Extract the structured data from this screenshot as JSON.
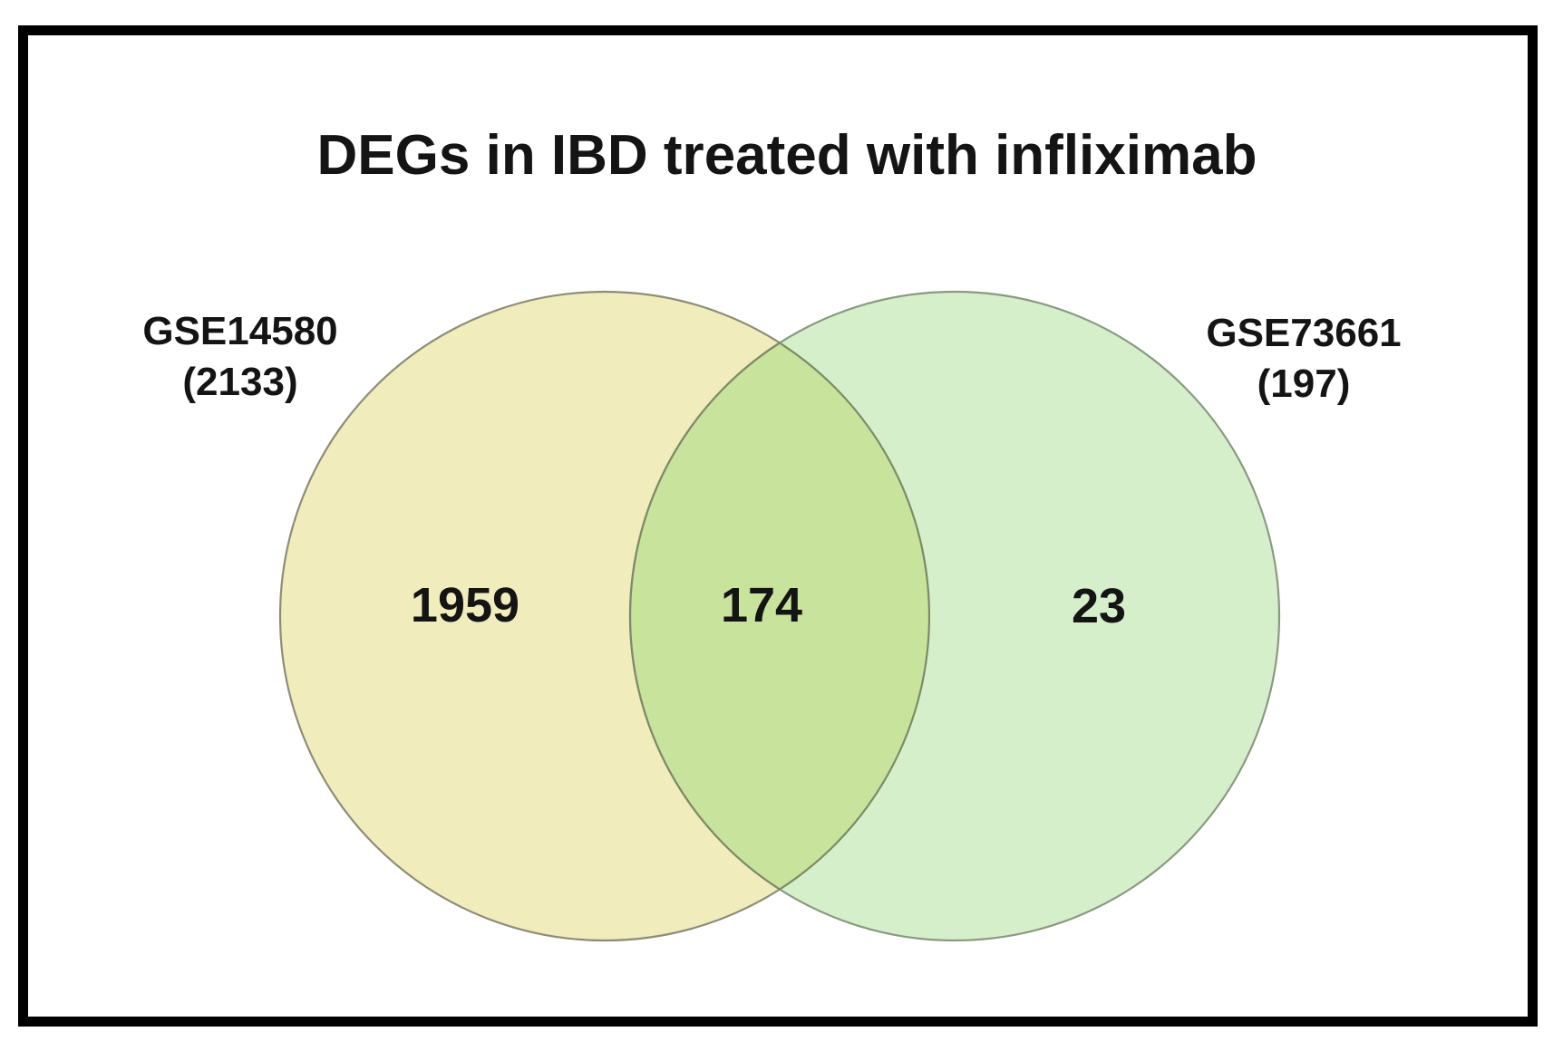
{
  "chart_data": {
    "type": "venn",
    "title": "DEGs in IBD treated with infliximab",
    "sets": [
      {
        "label": "GSE14580",
        "size_label": "(2133)",
        "total": 2133,
        "unique_count": "1959",
        "fill": "#F0ECBB"
      },
      {
        "label": "GSE73661",
        "size_label": "(197)",
        "total": 197,
        "unique_count": "23",
        "fill": "#D6EFCB"
      }
    ],
    "overlap": {
      "count": "174",
      "fill": "#C8E39C"
    },
    "legend_position": "labels-outside-top",
    "grid": false
  },
  "colors": {
    "frame": "#000000",
    "background": "#FFFFFF",
    "text": "#141414"
  }
}
